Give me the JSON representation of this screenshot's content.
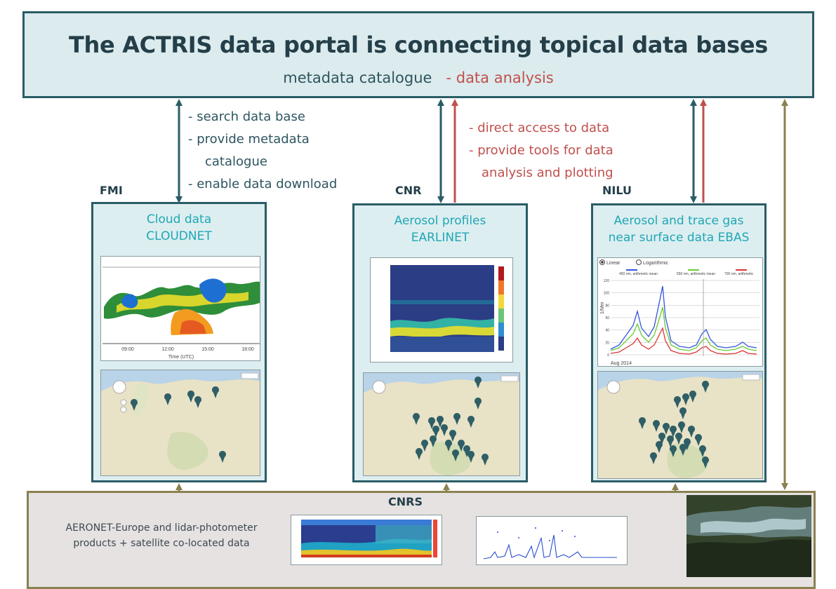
{
  "header": {
    "title": "The ACTRIS data portal is connecting topical data bases",
    "subtitle_part1": "metadata catalogue",
    "subtitle_part2": "- data analysis"
  },
  "left_labels": [
    "- search data base",
    "- provide metadata",
    "catalogue",
    "- enable data download"
  ],
  "red_labels": [
    "- direct access to data",
    "- provide tools for data",
    "analysis and plotting"
  ],
  "institutes": {
    "fmi": "FMI",
    "cnr": "CNR",
    "nilu": "NILU",
    "cnrs": "CNRS"
  },
  "boxes": [
    {
      "line1": "Cloud data",
      "line2": "CLOUDNET"
    },
    {
      "line1": "Aerosol profiles",
      "line2": "EARLINET"
    },
    {
      "line1": "Aerosol and trace gas",
      "line2": "near surface data EBAS"
    }
  ],
  "cloudnet_plot": {
    "xticks": [
      "09:00",
      "12:00",
      "15:00",
      "18:00"
    ],
    "xlabel": "Time (UTC)"
  },
  "ebas_plot": {
    "radio_linear": "Linear",
    "radio_log": "Logarithmic",
    "legend": [
      "450 nm, arithmetic mean",
      "550 nm, arithmetic mean",
      "700 nm, arithmetic"
    ],
    "legend_colors": [
      "#3355dd",
      "#66cc33",
      "#dd3333"
    ],
    "yticks": [
      "120",
      "100",
      "80",
      "60",
      "40",
      "20",
      "0"
    ],
    "xlabel": "Aug 2014",
    "ylabel": "1/Mm"
  },
  "bottom_text": [
    "AERONET-Europe and lidar-photometer",
    "products + satellite co-located data"
  ],
  "colors": {
    "dark_teal": "#2a5c66",
    "red_accent": "#c0504d",
    "olive": "#8a8150",
    "title_teal": "#1fa7b5"
  }
}
